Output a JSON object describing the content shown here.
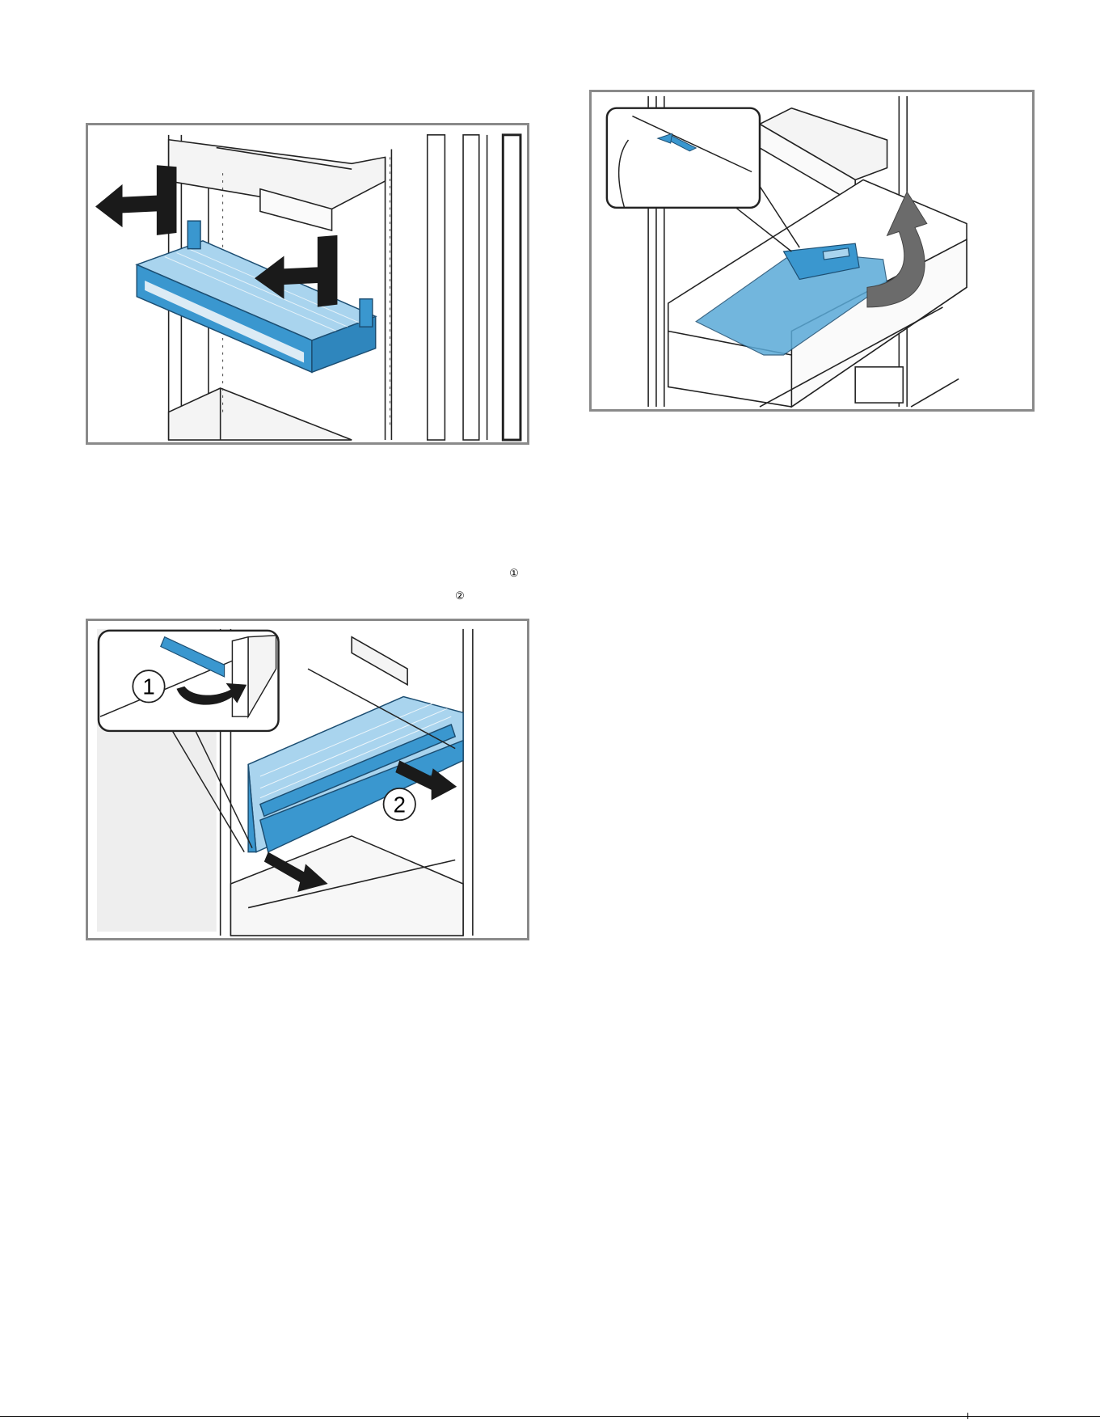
{
  "markers": {
    "step_one": "①",
    "step_two": "②"
  },
  "figures": {
    "glass_drawer": {
      "callout_one": "1",
      "callout_two": "2"
    }
  },
  "colors": {
    "part_blue": "#3a97cf",
    "part_light_blue": "#a9d4ee",
    "frame_gray": "#8a8a8a",
    "arrow_black": "#1a1a1a",
    "arrow_gray": "#6b6b6b"
  },
  "icons": [
    "arrow-icon",
    "callout-circle-icon",
    "detail-inset-icon"
  ]
}
